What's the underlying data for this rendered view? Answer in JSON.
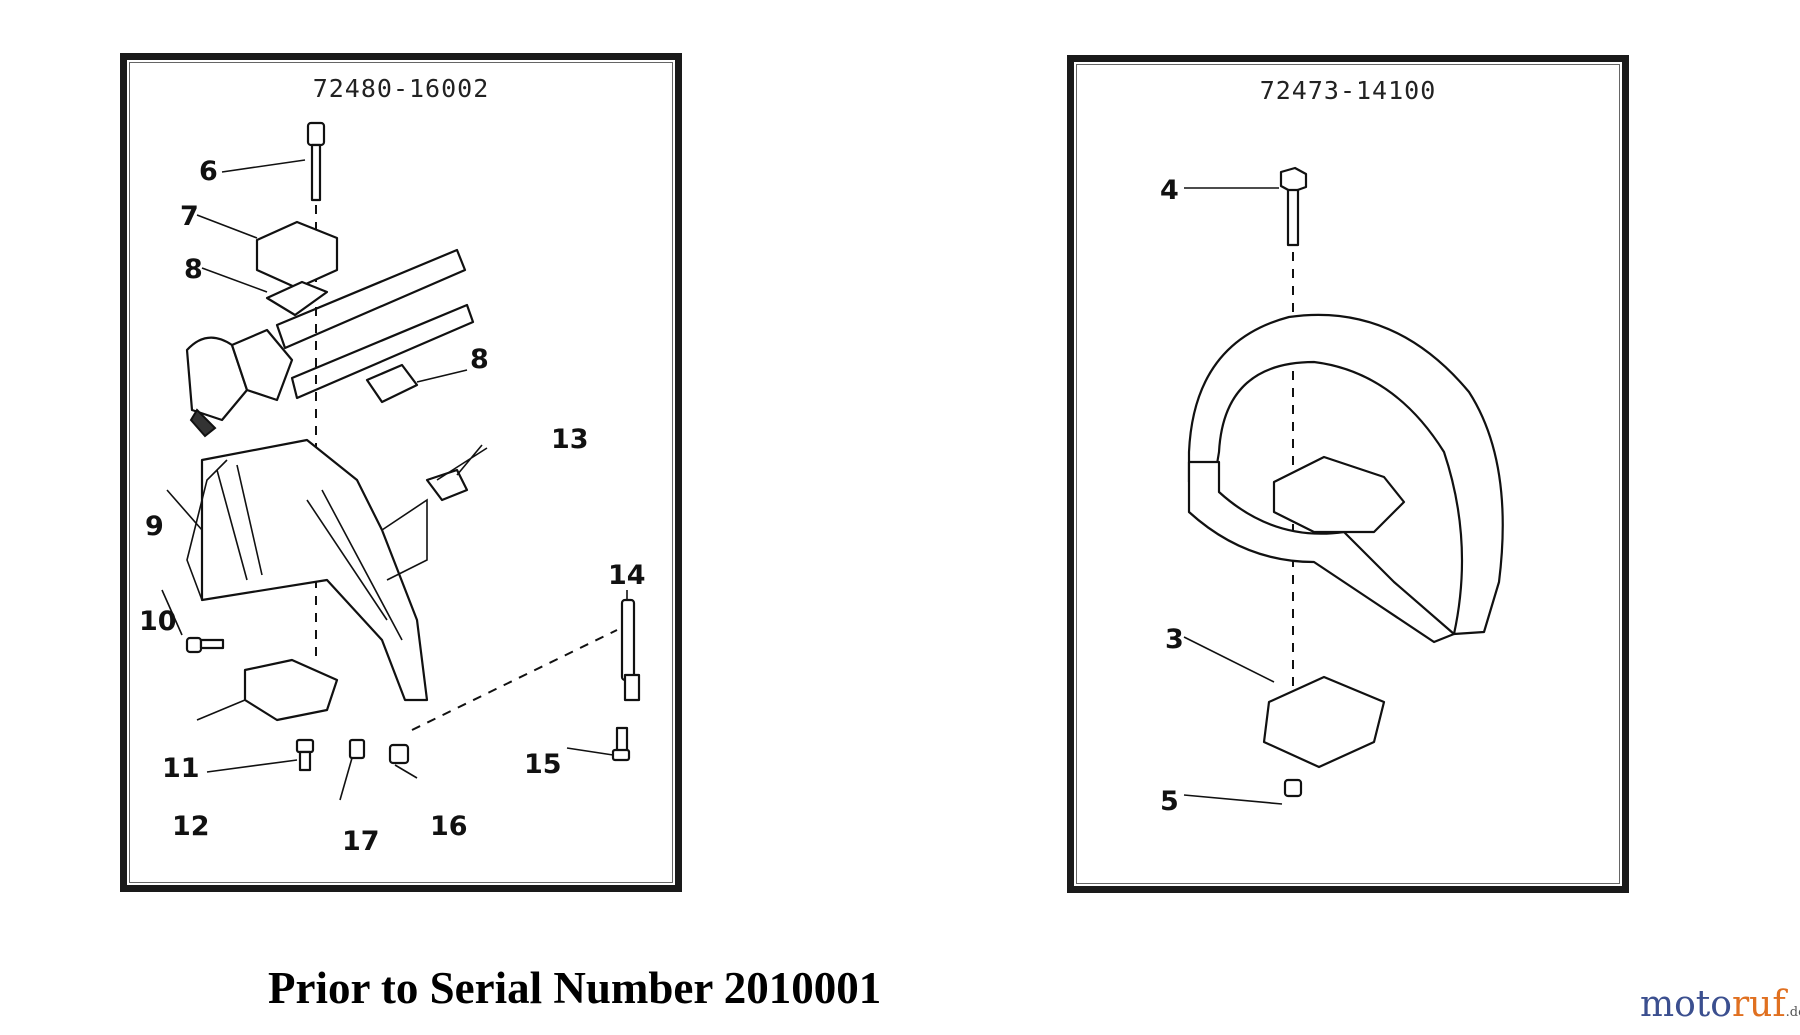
{
  "panels": {
    "left": {
      "part_code": "72480-16002",
      "callouts": [
        "6",
        "7",
        "8",
        "8",
        "13",
        "9",
        "10",
        "14",
        "11",
        "15",
        "12",
        "17",
        "16"
      ]
    },
    "right": {
      "part_code": "72473-14100",
      "callouts": [
        "4",
        "3",
        "5"
      ]
    }
  },
  "footer": {
    "caption": "Prior to Serial Number 2010001"
  },
  "watermark": {
    "moto": "moto",
    "ruf": "ruf",
    "de": ".de"
  },
  "colors": {
    "border": "#1a1a1a",
    "watermark_blue": "#3b4f8f",
    "watermark_orange": "#e07020"
  }
}
